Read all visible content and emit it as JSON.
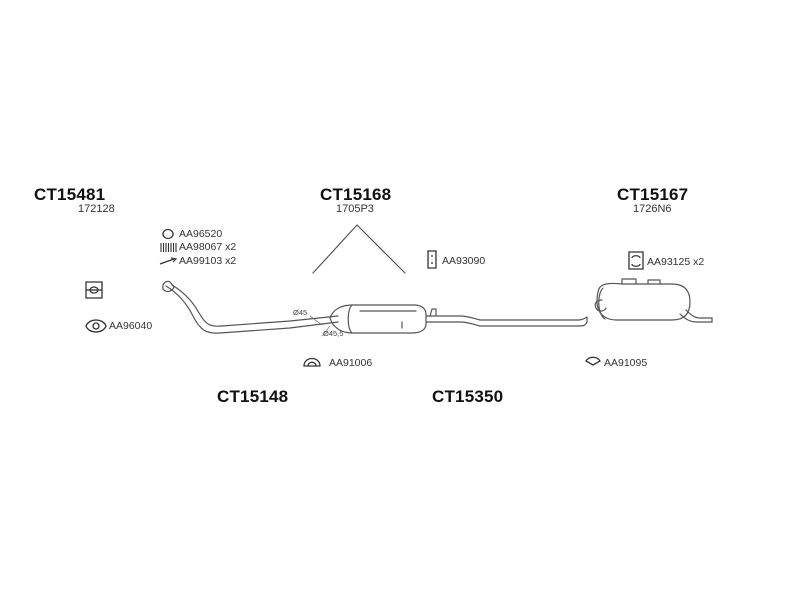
{
  "groups": [
    {
      "code": "CT15481",
      "ref": "172128"
    },
    {
      "code": "CT15168",
      "ref": "1705P3"
    },
    {
      "code": "CT15167",
      "ref": "1726N6"
    },
    {
      "code": "CT15148"
    },
    {
      "code": "CT15350"
    }
  ],
  "parts": {
    "aa96520": "AA96520",
    "aa98067": "AA98067 x2",
    "aa99103": "AA99103 x2",
    "aa96040": "AA96040",
    "aa91006": "AA91006",
    "aa93090": "AA93090",
    "aa93125": "AA93125 x2",
    "aa91095": "AA91095"
  },
  "dimensions": {
    "d45": "Ø45",
    "d455": "Ø45,5"
  },
  "colors": {
    "line": "#555555",
    "text": "#222222",
    "background": "#ffffff"
  },
  "icons": [
    "seal-ring-icon",
    "spring-icon",
    "bolt-icon",
    "flange-gasket-icon",
    "clamp-icon",
    "rubber-mount-icon",
    "hanger-icon",
    "gasket-block-icon"
  ]
}
